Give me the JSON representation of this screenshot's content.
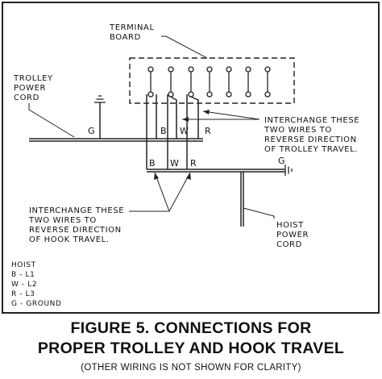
{
  "diagram": {
    "terminal_board_label": [
      "TERMINAL",
      "BOARD"
    ],
    "trolley_power_cord_label": [
      "TROLLEY",
      "POWER",
      "CORD"
    ],
    "hoist_power_cord_label": [
      "HOIST",
      "POWER",
      "CORD"
    ],
    "trolley_note": [
      "INTERCHANGE THESE",
      "TWO WIRES TO",
      "REVERSE DIRECTION",
      "OF TROLLEY TRAVEL."
    ],
    "hook_note": [
      "INTERCHANGE THESE",
      "TWO WIRES TO",
      "REVERSE DIRECTION",
      "OF HOOK TRAVEL."
    ],
    "legend": [
      "HOIST",
      "B - L1",
      "W - L2",
      "R - L3",
      "G - GROUND"
    ],
    "trolley_wire_labels": [
      "G",
      "B",
      "W",
      "R"
    ],
    "hoist_wire_labels": [
      "B",
      "W",
      "R",
      "G"
    ]
  },
  "caption": {
    "line1": "FIGURE 5. CONNECTIONS FOR",
    "line2": "PROPER TROLLEY AND HOOK TRAVEL",
    "note": "(OTHER WIRING IS NOT SHOWN FOR CLARITY)"
  }
}
